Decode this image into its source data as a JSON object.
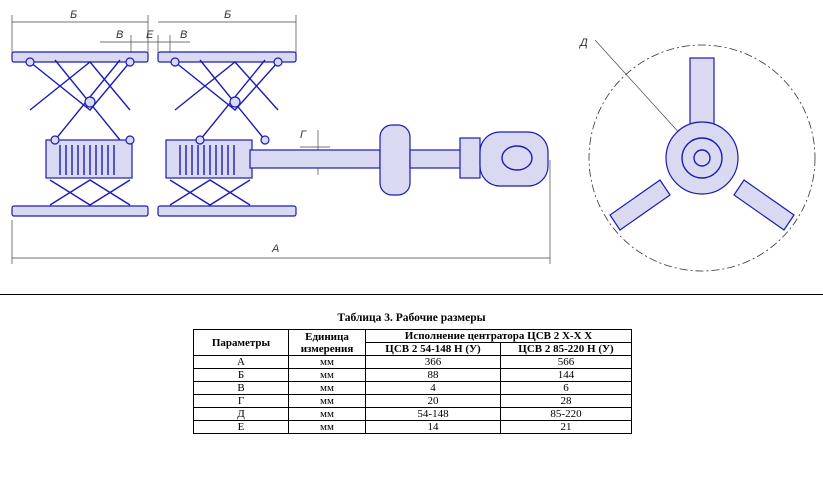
{
  "drawing": {
    "labels": {
      "A": "А",
      "B_left": "Б",
      "B_right": "Б",
      "V_left": "В",
      "V_right": "В",
      "E": "Е",
      "G": "Г",
      "D": "Д"
    }
  },
  "table": {
    "title": "Таблица 3. Рабочие размеры",
    "headers": {
      "param": "Параметры",
      "unit": "Единица измерения",
      "execution": "Исполнение центратора ЦСВ 2 Х-Х Х",
      "col1": "ЦСВ 2 54-148 Н (У)",
      "col2": "ЦСВ 2 85-220 Н (У)"
    },
    "rows": [
      {
        "param": "А",
        "unit": "мм",
        "v1": "366",
        "v2": "566"
      },
      {
        "param": "Б",
        "unit": "мм",
        "v1": "88",
        "v2": "144"
      },
      {
        "param": "В",
        "unit": "мм",
        "v1": "4",
        "v2": "6"
      },
      {
        "param": "Г",
        "unit": "мм",
        "v1": "20",
        "v2": "28"
      },
      {
        "param": "Д",
        "unit": "мм",
        "v1": "54-148",
        "v2": "85-220"
      },
      {
        "param": "Е",
        "unit": "мм",
        "v1": "14",
        "v2": "21"
      }
    ]
  }
}
